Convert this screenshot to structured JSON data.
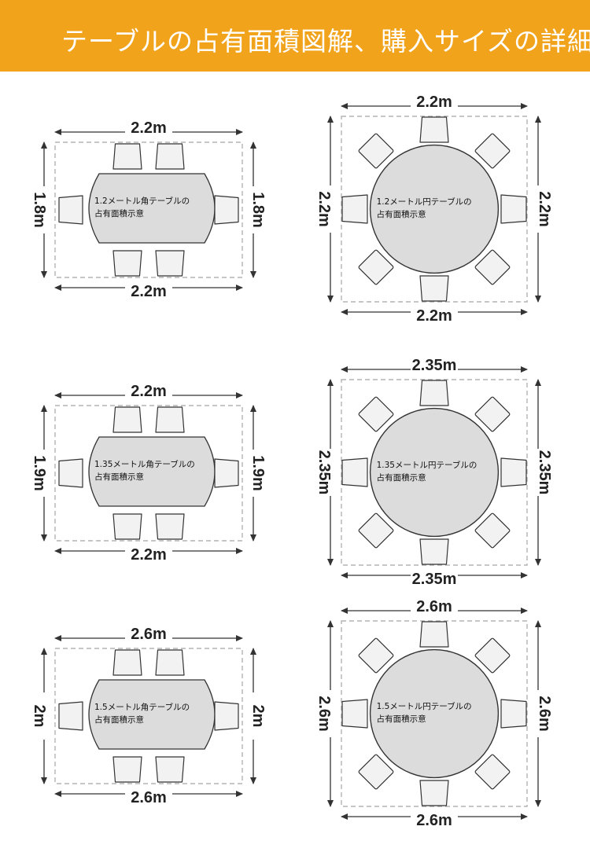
{
  "header": {
    "title": "テーブルの占有面積図解、購入サイズの詳細"
  },
  "colors": {
    "header_bg": "#f2a31c",
    "table_fill": "#dcdcdc",
    "chair_fill": "#f2f2f2",
    "outline": "#333333",
    "dashed_box": "#b3b3b3"
  },
  "diagrams": [
    {
      "shape": "rect",
      "label_line1": "1.2メートル角テーブルの",
      "label_line2": "占有面積示意",
      "width_top": "2.2m",
      "width_bottom": "2.2m",
      "height_left": "1.8m",
      "height_right": "1.8m"
    },
    {
      "shape": "round",
      "label_line1": "1.2メートル円テーブルの",
      "label_line2": "占有面積示意",
      "width_top": "2.2m",
      "width_bottom": "2.2m",
      "height_left": "2.2m",
      "height_right": "2.2m"
    },
    {
      "shape": "rect",
      "label_line1": "1.35メートル角テーブルの",
      "label_line2": "占有面積示意",
      "width_top": "2.2m",
      "width_bottom": "2.2m",
      "height_left": "1.9m",
      "height_right": "1.9m"
    },
    {
      "shape": "round",
      "label_line1": "1.35メートル円テーブルの",
      "label_line2": "占有面積示意",
      "width_top": "2.35m",
      "width_bottom": "2.35m",
      "height_left": "2.35m",
      "height_right": "2.35m"
    },
    {
      "shape": "rect",
      "label_line1": "1.5メートル角テーブルの",
      "label_line2": "占有面積示意",
      "width_top": "2.6m",
      "width_bottom": "2.6m",
      "height_left": "2m",
      "height_right": "2m"
    },
    {
      "shape": "round",
      "label_line1": "1.5メートル円テーブルの",
      "label_line2": "占有面積示意",
      "width_top": "2.6m",
      "width_bottom": "2.6m",
      "height_left": "2.6m",
      "height_right": "2.6m"
    }
  ]
}
